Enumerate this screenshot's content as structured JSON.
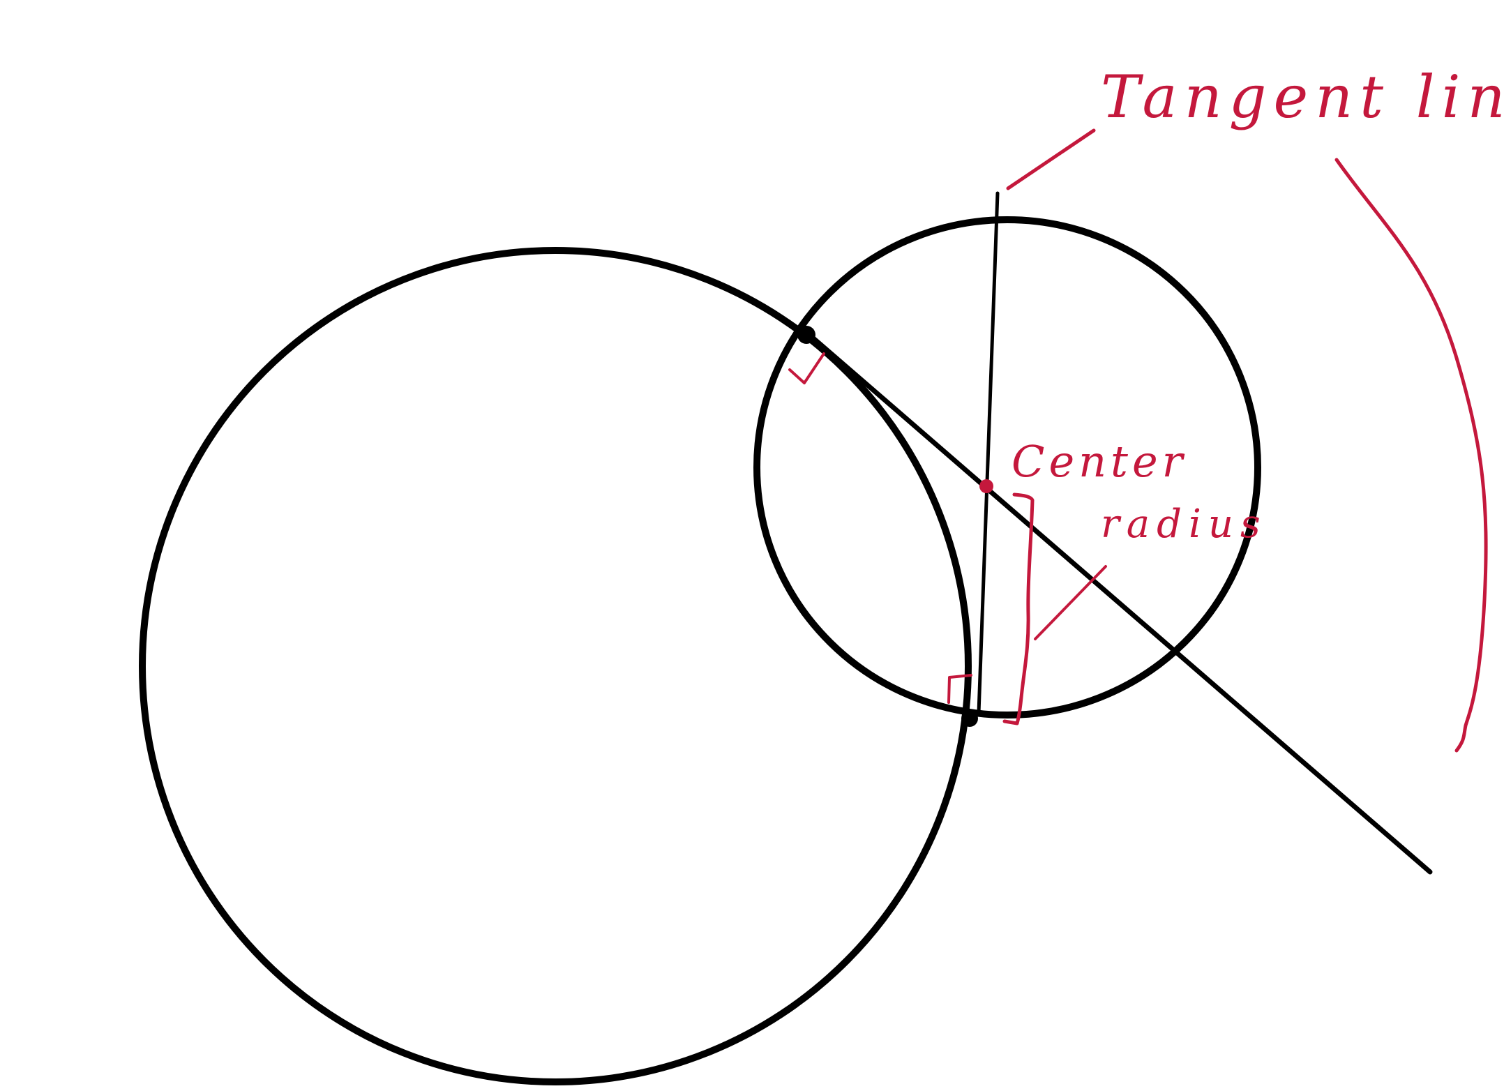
{
  "diagram": {
    "annotations": {
      "tangent_label": "Tangent lines",
      "center_label": "Center",
      "radius_label": "radius"
    },
    "colors": {
      "ink": "#000000",
      "annotation": "#c4183c",
      "background": "#ffffff"
    }
  }
}
